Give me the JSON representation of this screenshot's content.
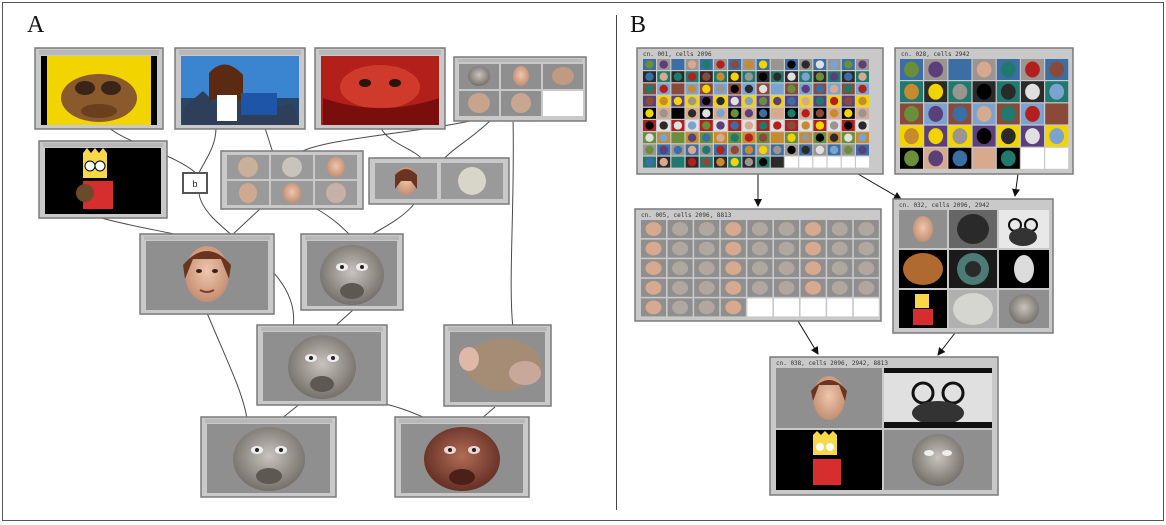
{
  "panels": {
    "a": {
      "letter": "A"
    },
    "b": {
      "letter": "B"
    }
  },
  "diagram": {
    "small_node_label": "b",
    "b_node_labels": [
      "cn. 001, cells 2096",
      "cn. 028, cells 2942",
      "cn. 005, cells 2096, 8813",
      "cn. 032, cells 2096, 2942",
      "cn. 038, cells 2096, 2942, 8813"
    ]
  },
  "colors": {
    "frame": "#c9c9c9",
    "frame_border": "#7a7a7a",
    "face_bg": "#8f8f8f",
    "skin_face": "#d7a98e",
    "monkey_gray": "#9a9590",
    "monkey_red": "#8a4a3a",
    "yellow_bg": "#f2d400",
    "red_bg": "#b3201b",
    "black_bg": "#000000"
  },
  "icons": [
    "human-face-icon",
    "monkey-face-icon",
    "cartoon-thumbnail-icon",
    "image-grid-icon"
  ]
}
